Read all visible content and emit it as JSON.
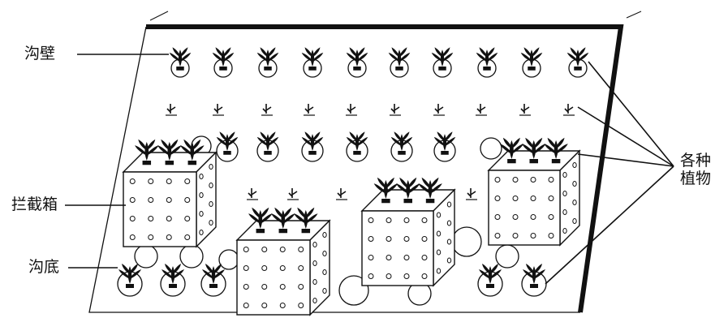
{
  "labels": {
    "ditch_wall": "沟壁",
    "intercept_box": "拦截箱",
    "ditch_bottom": "沟底",
    "plants_line1": "各种",
    "plants_line2": "植物"
  },
  "colors": {
    "ink": "#111111",
    "background": "#ffffff"
  }
}
